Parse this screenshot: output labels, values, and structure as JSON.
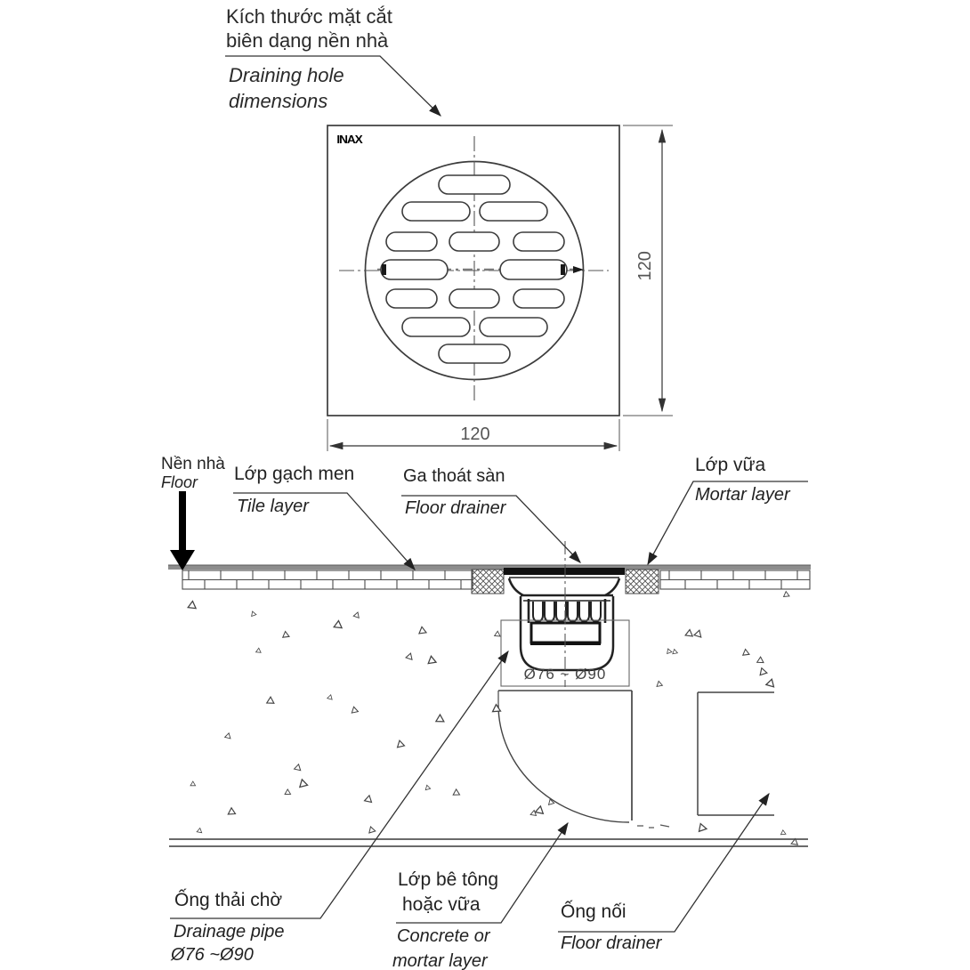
{
  "title_note": {
    "vi_line1": "Kích thước mặt cắt",
    "vi_line2": "biên dạng nền nhà",
    "en_line1": "Draining hole",
    "en_line2": "dimensions"
  },
  "top_view": {
    "logo": "INAX",
    "dim_width": "120",
    "dim_height": "120"
  },
  "section": {
    "floor": {
      "vi": "Nền nhà",
      "en": "Floor"
    },
    "tile": {
      "vi": "Lớp gạch men",
      "en": "Tile layer"
    },
    "drain": {
      "vi": "Ga thoát sàn",
      "en": "Floor drainer"
    },
    "mortar": {
      "vi": "Lớp vữa",
      "en": "Mortar layer"
    },
    "body_dim": "Ø76 ~ Ø90",
    "pipe": {
      "vi": "Ống thải chờ",
      "en": "Drainage pipe",
      "dim": "Ø76 ~Ø90"
    },
    "concrete": {
      "vi_line1": "Lớp bê tông",
      "vi_line2": "hoặc vữa",
      "en_line1": "Concrete or",
      "en_line2": "mortar layer"
    },
    "connector": {
      "vi": "Ống nối",
      "en": "Floor drainer"
    }
  },
  "colors": {
    "line": "#3c3c3c",
    "dim_text": "#555555",
    "background": "#ffffff"
  }
}
